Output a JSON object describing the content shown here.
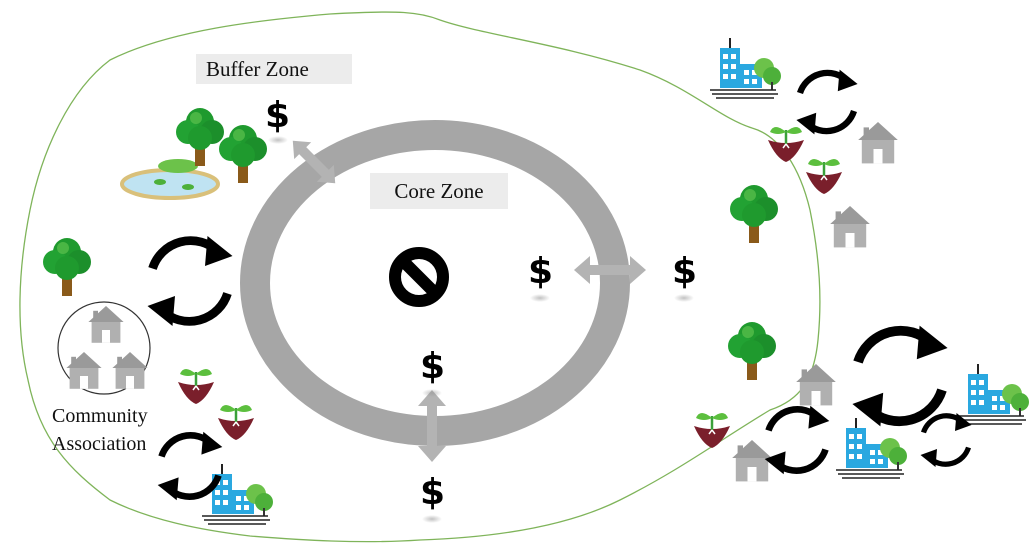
{
  "labels": {
    "buffer_zone": "Buffer Zone",
    "core_zone": "Core Zone",
    "community_line1": "Community",
    "community_line2": "Association"
  },
  "icons": {
    "currency": "$",
    "no_entry": "prohibition-sign",
    "tree": "tree-icon",
    "house": "house-icon",
    "city": "city-building-icon",
    "sprout": "sprout-icon",
    "pond": "pond-icon",
    "cycle": "cycle-arrows-icon"
  },
  "colors": {
    "boundary": "#7fb45a",
    "core_ring": "#a6a6a6",
    "arrow_gray": "#b3b3b3",
    "tree_green": "#1f9a2e",
    "trunk": "#8a5a1a",
    "house_gray": "#a8a8a8",
    "building_blue": "#2aa8e0",
    "sprout_soil": "#7a1f2b",
    "label_bg": "#ececec"
  }
}
